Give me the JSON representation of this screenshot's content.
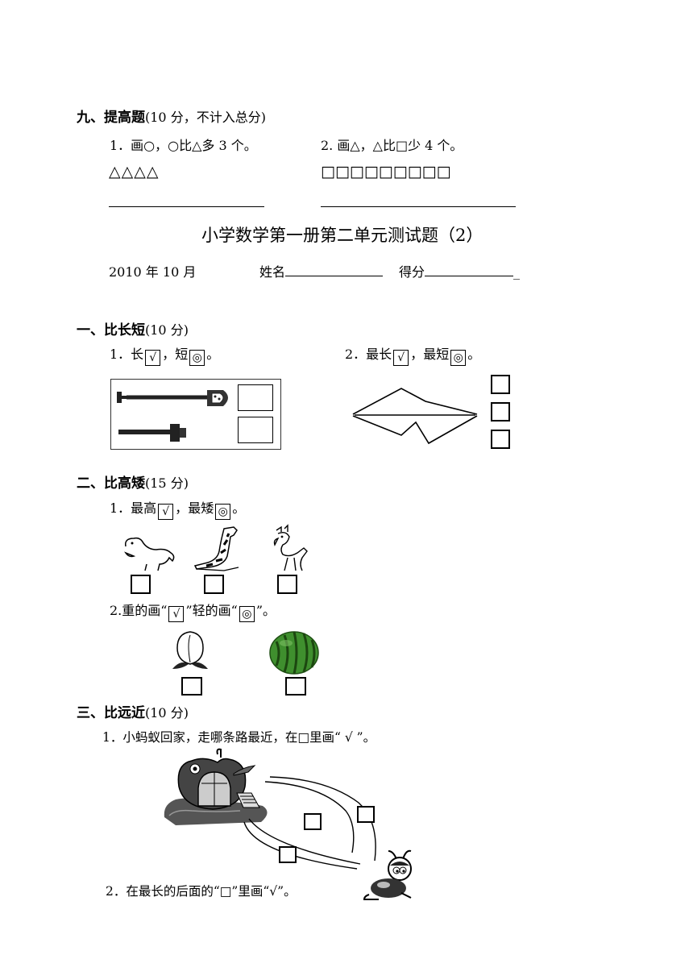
{
  "section9": {
    "heading": "九、提高题",
    "points": "(10 分，不计入总分)",
    "q1": "1．画○，○比△多 3 个。",
    "q1_shapes": "△△△△",
    "q2": "2. 画△，△比□少 4 个。",
    "q2_shapes": "□□□□□□□□□"
  },
  "test": {
    "title": "小学数学第一册第二单元测试题（2）",
    "date": "2010 年 10 月",
    "name_label": "姓名",
    "score_label": "得分",
    "score_tail": "_"
  },
  "section1": {
    "heading": "一、比长短",
    "points": "(10 分)",
    "q1": {
      "a": "1．长",
      "b": "，短",
      "c": "。"
    },
    "q2": {
      "a": "2．最长",
      "b": "，最短",
      "c": "。"
    }
  },
  "section2": {
    "heading": "二、比高矮",
    "points": "(15 分)",
    "q1": {
      "a": "1．最高",
      "b": "，最矮",
      "c": "。"
    },
    "q2": {
      "a": "2.重的画“",
      "b": "”轻的画“",
      "c": "”。"
    }
  },
  "section3": {
    "heading": "三、比远近",
    "points": "(10 分)",
    "q1": "1．小蚂蚁回家，走哪条路最近，在□里画“ √ ”。",
    "q2": "2．在最长的后面的“□”里画“√”。"
  },
  "marks": {
    "check": "√",
    "circle": "◎"
  }
}
